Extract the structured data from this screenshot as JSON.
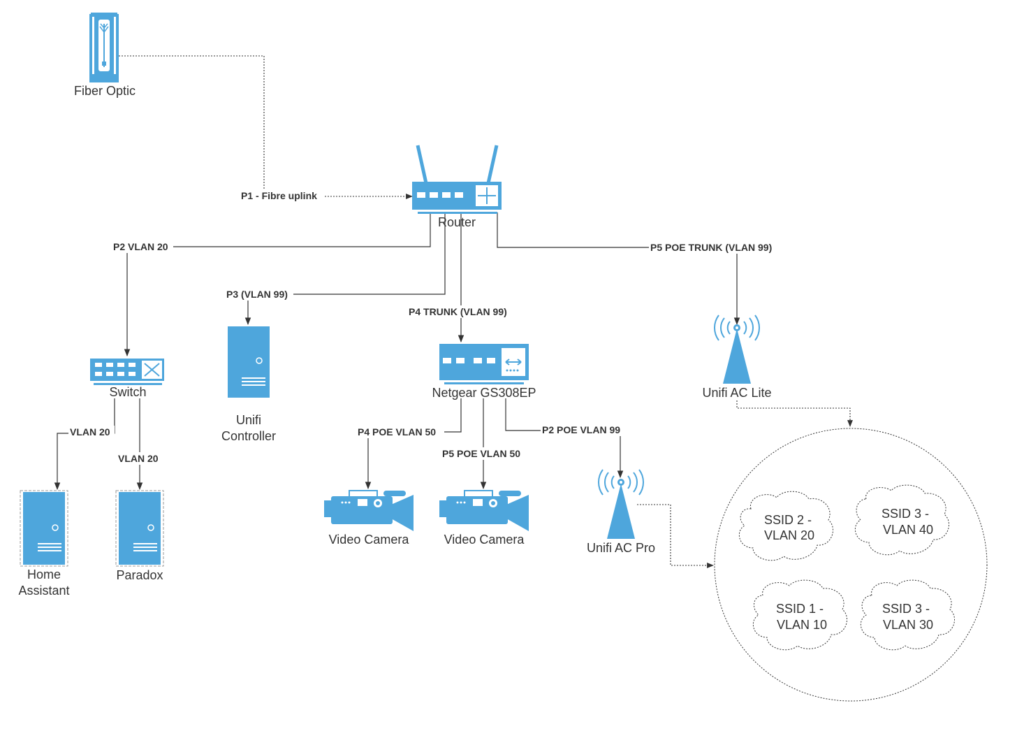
{
  "colors": {
    "device": "#4ea6dc",
    "line": "#333333",
    "text": "#333333"
  },
  "nodes": {
    "fiber": "Fiber Optic",
    "router": "Router",
    "switch": "Switch",
    "unifi_controller_1": "Unifi",
    "unifi_controller_2": "Controller",
    "netgear": "Netgear GS308EP",
    "ap_lite": "Unifi AC Lite",
    "ap_pro": "Unifi AC Pro",
    "home_assistant_1": "Home",
    "home_assistant_2": "Assistant",
    "paradox": "Paradox",
    "camera_1": "Video Camera",
    "camera_2": "Video Camera"
  },
  "edges": {
    "fibre_uplink": "P1 - Fibre uplink",
    "p2": "P2 VLAN 20",
    "p3": "P3 (VLAN 99)",
    "p4_trunk": "P4 TRUNK (VLAN 99)",
    "p5_trunk": "P5 POE TRUNK (VLAN 99)",
    "ha_vlan": "VLAN 20",
    "paradox_vlan": "VLAN 20",
    "cam1": "P4 POE VLAN 50",
    "cam2": "P5 POE VLAN 50",
    "ap_pro": "P2 POE VLAN 99"
  },
  "ssids": {
    "s1": [
      "SSID 2 -",
      "VLAN 20"
    ],
    "s2": [
      "SSID 3 -",
      "VLAN 40"
    ],
    "s3": [
      "SSID 1 -",
      "VLAN 10"
    ],
    "s4": [
      "SSID 3 -",
      "VLAN 30"
    ]
  }
}
